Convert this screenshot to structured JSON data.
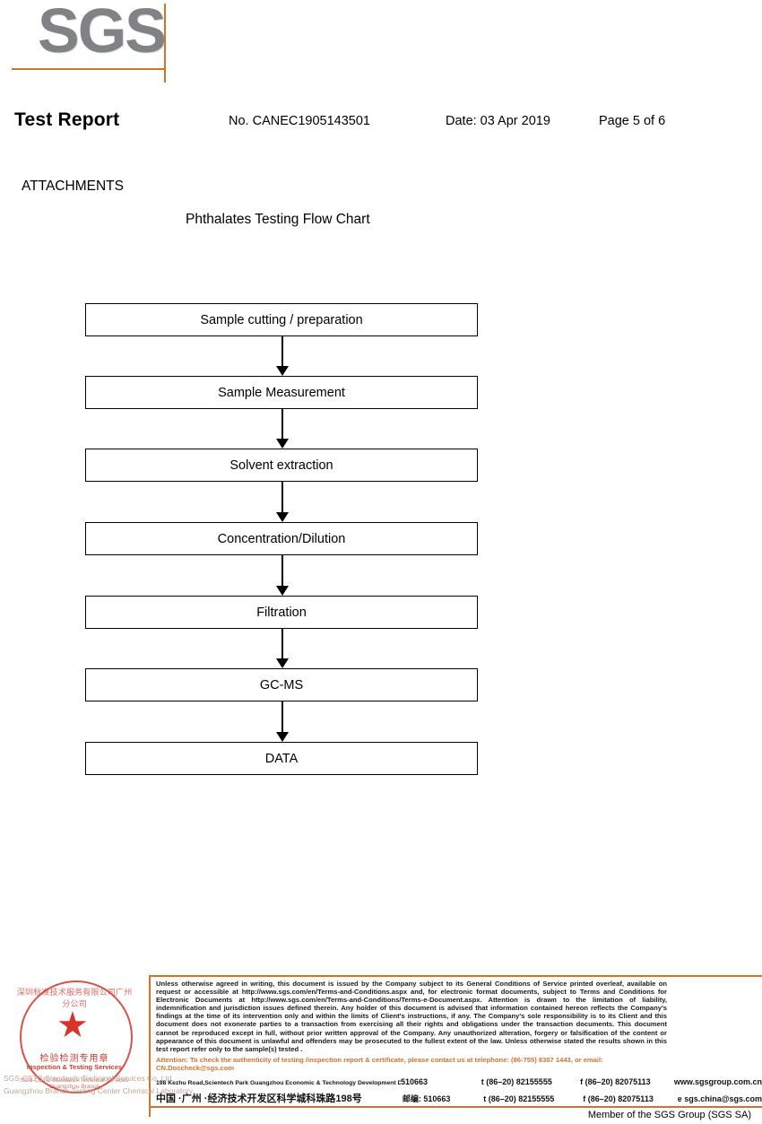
{
  "logo": {
    "text": "SGS",
    "rule_color": "#d4722a",
    "text_color": "#808285"
  },
  "header": {
    "title": "Test Report",
    "report_no": "No. CANEC1905143501",
    "date": "Date: 03 Apr 2019",
    "page": "Page 5 of 6"
  },
  "body": {
    "attachments_label": "ATTACHMENTS",
    "flow_title": "Phthalates Testing Flow Chart"
  },
  "flowchart": {
    "steps": [
      {
        "label": "Sample cutting / preparation"
      },
      {
        "label": "Sample Measurement"
      },
      {
        "label": "Solvent extraction"
      },
      {
        "label": "Concentration/Dilution"
      },
      {
        "label": "Filtration"
      },
      {
        "label": "GC-MS"
      },
      {
        "label": "DATA"
      }
    ]
  },
  "stamp": {
    "arc_top": "深圳标准技术服务有限公司广州分公司",
    "cn_label": "检验检测专用章",
    "en_label": "Inspection & Testing Services",
    "arc_bottom": "SGS-CSTC Standards Technical Services Guangzhou Branch",
    "company_line_1": "SGS-CSTC Standards Technical Services Co.,Ltd.",
    "company_line_2": "Guangzhou Branch Testing Center Chemical Laboratory."
  },
  "footer": {
    "legal": "Unless otherwise agreed in writing, this document is issued by the Company subject to its General Conditions of Service printed overleaf, available on request or accessible at http://www.sgs.com/en/Terms-and-Conditions.aspx and, for electronic format documents, subject to Terms and Conditions for Electronic Documents at http://www.sgs.com/en/Terms-and-Conditions/Terms-e-Document.aspx. Attention is drawn to the limitation of liability, indemnification and jurisdiction issues defined therein. Any holder of this document is advised that information contained hereon reflects the Company's findings at the time of its intervention only and within the limits of Client's instructions, if any. The Company's sole responsibility is to its Client and this document does not exonerate parties to a transaction from exercising all their rights and obligations under the transaction documents. This document cannot be reproduced except in full, without prior written approval of the Company. Any unauthorized alteration, forgery or falsification of the content or appearance of this document is unlawful and offenders may be prosecuted to the fullest extent of the law. Unless otherwise stated the results shown in this test report refer only to the sample(s) tested .",
    "attention": "Attention: To check the authenticity of testing /inspection report & certificate, please contact us at telephone: (86-755) 8307 1443, or email: CN.Doccheck@sgs.com",
    "address_en": "198 Kezhu Road,Scientech Park Guangzhou Economic & Technology Development District,Guangzhou,China",
    "zip_en": "510663",
    "tel_en": "t (86–20) 82155555",
    "fax_en": "f (86–20) 82075113",
    "web_en": "www.sgsgroup.com.cn",
    "address_cn": "中国 ·广州 ·经济技术开发区科学城科珠路198号",
    "zip_cn": "邮编: 510663",
    "tel_cn": "t (86–20) 82155555",
    "fax_cn": "f (86–20) 82075113",
    "web_cn": "e sgs.china@sgs.com",
    "member": "Member of the SGS Group (SGS SA)",
    "accent_color": "#d4722a"
  }
}
